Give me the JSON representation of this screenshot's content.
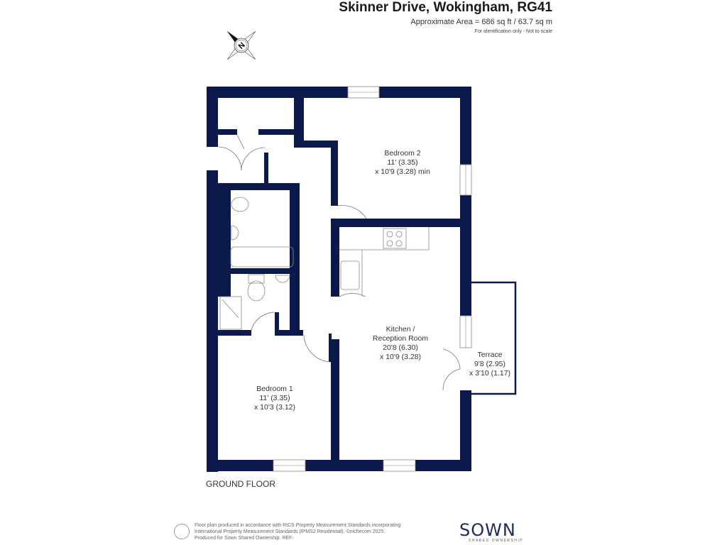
{
  "header": {
    "title": "Skinner Drive, Wokingham, RG41",
    "area": "Approximate Area = 686 sq ft / 63.7 sq m",
    "disclaimer": "For identification only - Not to scale"
  },
  "compass": {
    "label": "N",
    "icon": "compass-north-icon"
  },
  "rooms": [
    {
      "name": "Bedroom 2",
      "dim1": "11' (3.35)",
      "dim2": "x 10'9 (3.28) min"
    },
    {
      "name": "Kitchen /",
      "name2": "Reception Room",
      "dim1": "20'8 (6.30)",
      "dim2": "x 10'9 (3.28)"
    },
    {
      "name": "Terrace",
      "dim1": "9'8 (2.95)",
      "dim2": "x 3'10 (1.17)"
    },
    {
      "name": "Bedroom 1",
      "dim1": "11' (3.35)",
      "dim2": "x 10'3 (3.12)"
    }
  ],
  "floor_label": "GROUND FLOOR",
  "footer": {
    "line1": "Floor plan produced in accordance with RICS Property Measurement Standards incorporating",
    "line2": "International Property Measurement Standards (IPMS2 Residential).   ©nichecom 2025.",
    "line3": "Produced for Sown Shared Ownership.   REF:"
  },
  "logo": {
    "name": "SOWN",
    "tagline": "SHARED OWNERSHIP"
  },
  "colors": {
    "wall": "#0b1a4a",
    "logo": "#1d2a5c"
  }
}
